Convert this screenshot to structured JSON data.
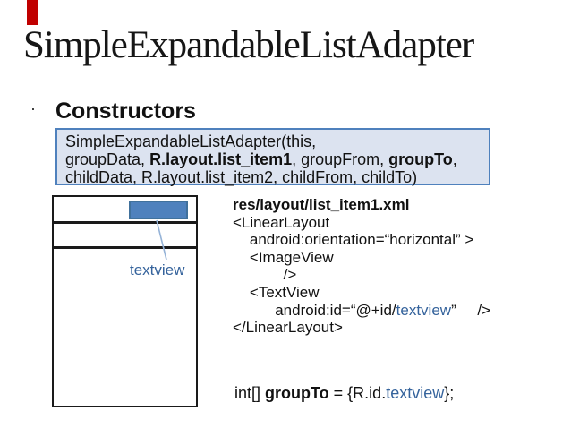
{
  "slide": {
    "title": "SimpleExpandableListAdapter",
    "accent_color": "#c00000"
  },
  "section": {
    "bullet": "·",
    "heading": "Constructors"
  },
  "constructor_box": {
    "bg_color": "#dce3f0",
    "border_color": "#4f81bd",
    "line1": "SimpleExpandableListAdapter(this,",
    "line2": {
      "t1": "groupData, ",
      "b1": "R.layout.list_item1",
      "t2": ", groupFrom, ",
      "b2": "groupTo",
      "t3": ","
    },
    "line3": "childData, R.layout.list_item2, childFrom, childTo)"
  },
  "diagram": {
    "label": "textview",
    "colors": {
      "highlight_fill": "#4f81bd",
      "highlight_border": "#41719c",
      "connector": "#95b3d7",
      "label_text": "#35639c",
      "outline": "#1a1a1a"
    }
  },
  "xml_code": {
    "filename": "res/layout/list_item1.xml",
    "l1": "<LinearLayout",
    "l2": "    android:orientation=“horizontal” >",
    "l3": "    <ImageView",
    "l4": "            />",
    "l5": "    <TextView",
    "l6": {
      "t1": "          android:id=“@+id/",
      "hl": "textview",
      "t2": "”     />"
    },
    "l7": "</LinearLayout>"
  },
  "java_code": {
    "t1": "int[] ",
    "b1": "groupTo",
    "t2": " = {R.id.",
    "hl": "textview",
    "t3": "};"
  }
}
